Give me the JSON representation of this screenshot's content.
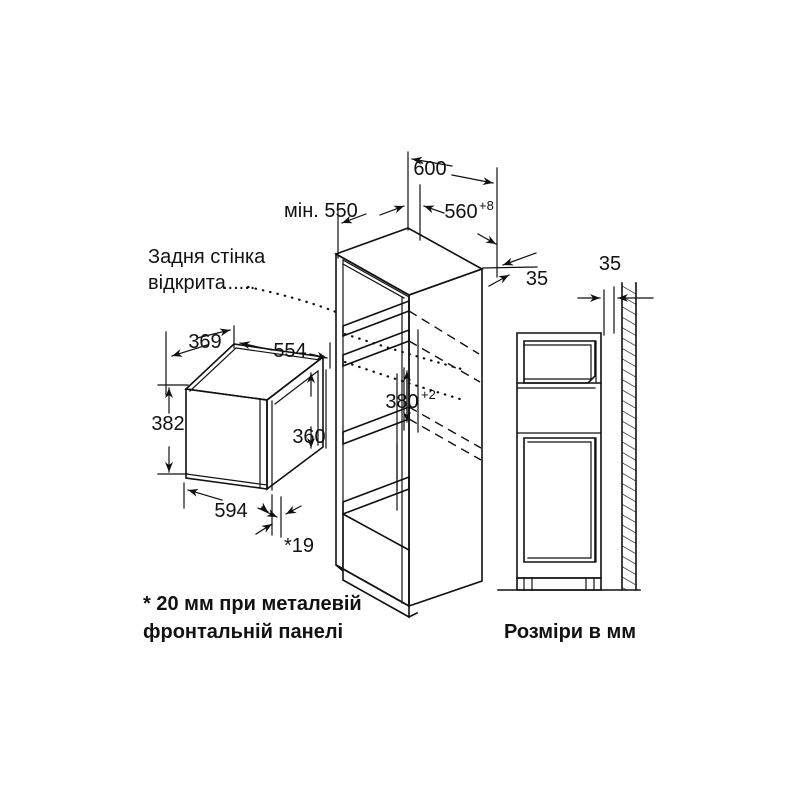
{
  "diagram": {
    "kind": "appliance-installation-dimension-drawing",
    "units_caption": "Розміри в мм",
    "footnote_line1": "* 20 мм при металевій",
    "footnote_line2": "фронтальній панелі",
    "back_wall_note_line1": "Задня стінка",
    "back_wall_note_line2": "відкрита",
    "back_wall_note_leader": "......",
    "colors": {
      "line": "#111111",
      "background": "#ffffff",
      "text": "#111111"
    }
  },
  "chart_data": {
    "type": "table",
    "title": "Розміри в мм",
    "niche_dimensions": [
      {
        "label": "600",
        "sup": "",
        "meaning": "cabinet outer width"
      },
      {
        "label": "мін. 550",
        "sup": "",
        "meaning": "minimum niche depth"
      },
      {
        "label": "560",
        "sup": "+8",
        "meaning": "niche width with tolerance"
      },
      {
        "label": "35",
        "sup": "",
        "meaning": "front offset (isometric view)"
      },
      {
        "label": "35",
        "sup": "",
        "meaning": "front offset (side view)"
      },
      {
        "label": "380",
        "sup": "+2",
        "meaning": "niche height with tolerance"
      }
    ],
    "appliance_dimensions": [
      {
        "label": "369",
        "sup": "",
        "meaning": "appliance depth"
      },
      {
        "label": "554",
        "sup": "",
        "meaning": "appliance body width"
      },
      {
        "label": "382",
        "sup": "",
        "meaning": "appliance total height"
      },
      {
        "label": "360",
        "sup": "",
        "meaning": "appliance body height"
      },
      {
        "label": "594",
        "sup": "",
        "meaning": "appliance front width"
      },
      {
        "label": "*19",
        "sup": "",
        "meaning": "front panel protrusion"
      }
    ]
  },
  "labels": {
    "d600": "600",
    "d_min550": "мін. 550",
    "d560": "560",
    "d560_sup": "+8",
    "d35_iso": "35",
    "d35_side": "35",
    "d380": "380",
    "d380_sup": "+2",
    "d369": "369",
    "d554": "554",
    "d382": "382",
    "d360": "360",
    "d594": "594",
    "d19": "*19"
  }
}
